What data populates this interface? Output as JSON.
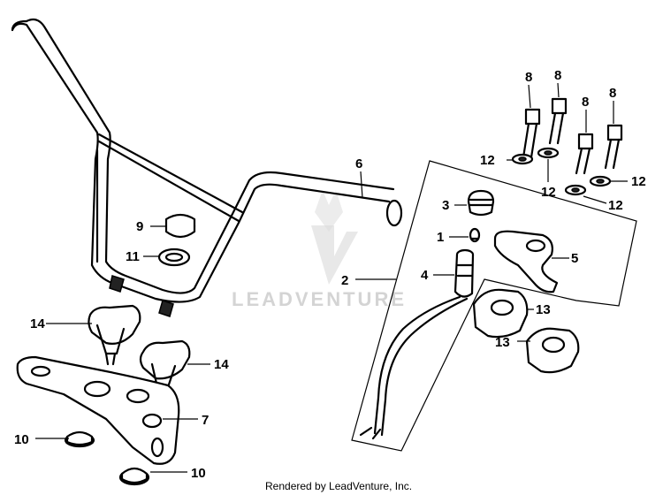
{
  "diagram": {
    "callouts": [
      "1",
      "2",
      "3",
      "4",
      "5",
      "6",
      "7",
      "8",
      "9",
      "10",
      "11",
      "12",
      "13",
      "14"
    ],
    "watermark": "LEADVENTURE",
    "footer": "Rendered by LeadVenture, Inc."
  }
}
